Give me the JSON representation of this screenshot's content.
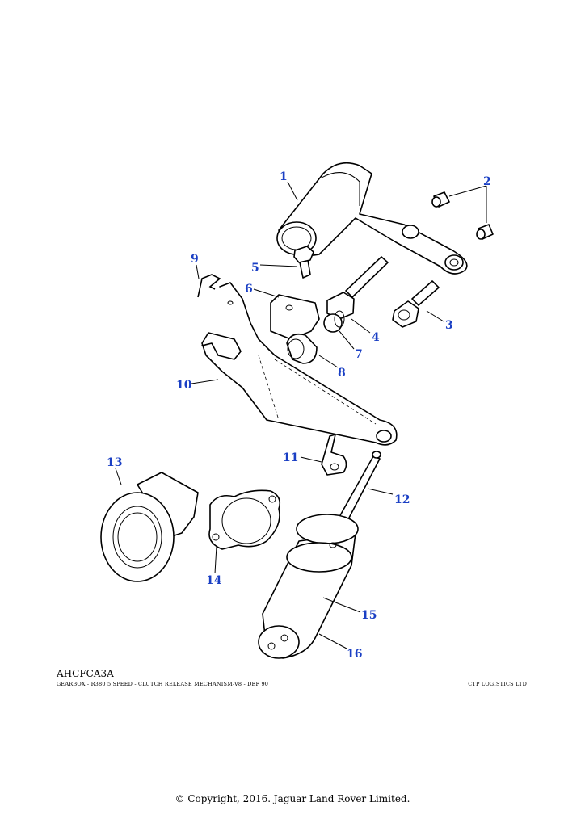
{
  "callouts": {
    "c1": "1",
    "c2": "2",
    "c3": "3",
    "c4": "4",
    "c5": "5",
    "c6": "6",
    "c7": "7",
    "c8": "8",
    "c9": "9",
    "c10": "10",
    "c11": "11",
    "c12": "12",
    "c13": "13",
    "c14": "14",
    "c15": "15",
    "c16": "16"
  },
  "footer": {
    "illustration_code": "AHCFCA3A",
    "description": "GEARBOX - R380 5 SPEED - CLUTCH RELEASE MECHANISM-V8 - DEF 90",
    "company": "CTP LOGISTICS LTD",
    "copyright": "© Copyright, 2016. Jaguar Land Rover Limited."
  },
  "colors": {
    "callout": "#1a3fc4",
    "line": "#000000",
    "background": "#ffffff"
  }
}
